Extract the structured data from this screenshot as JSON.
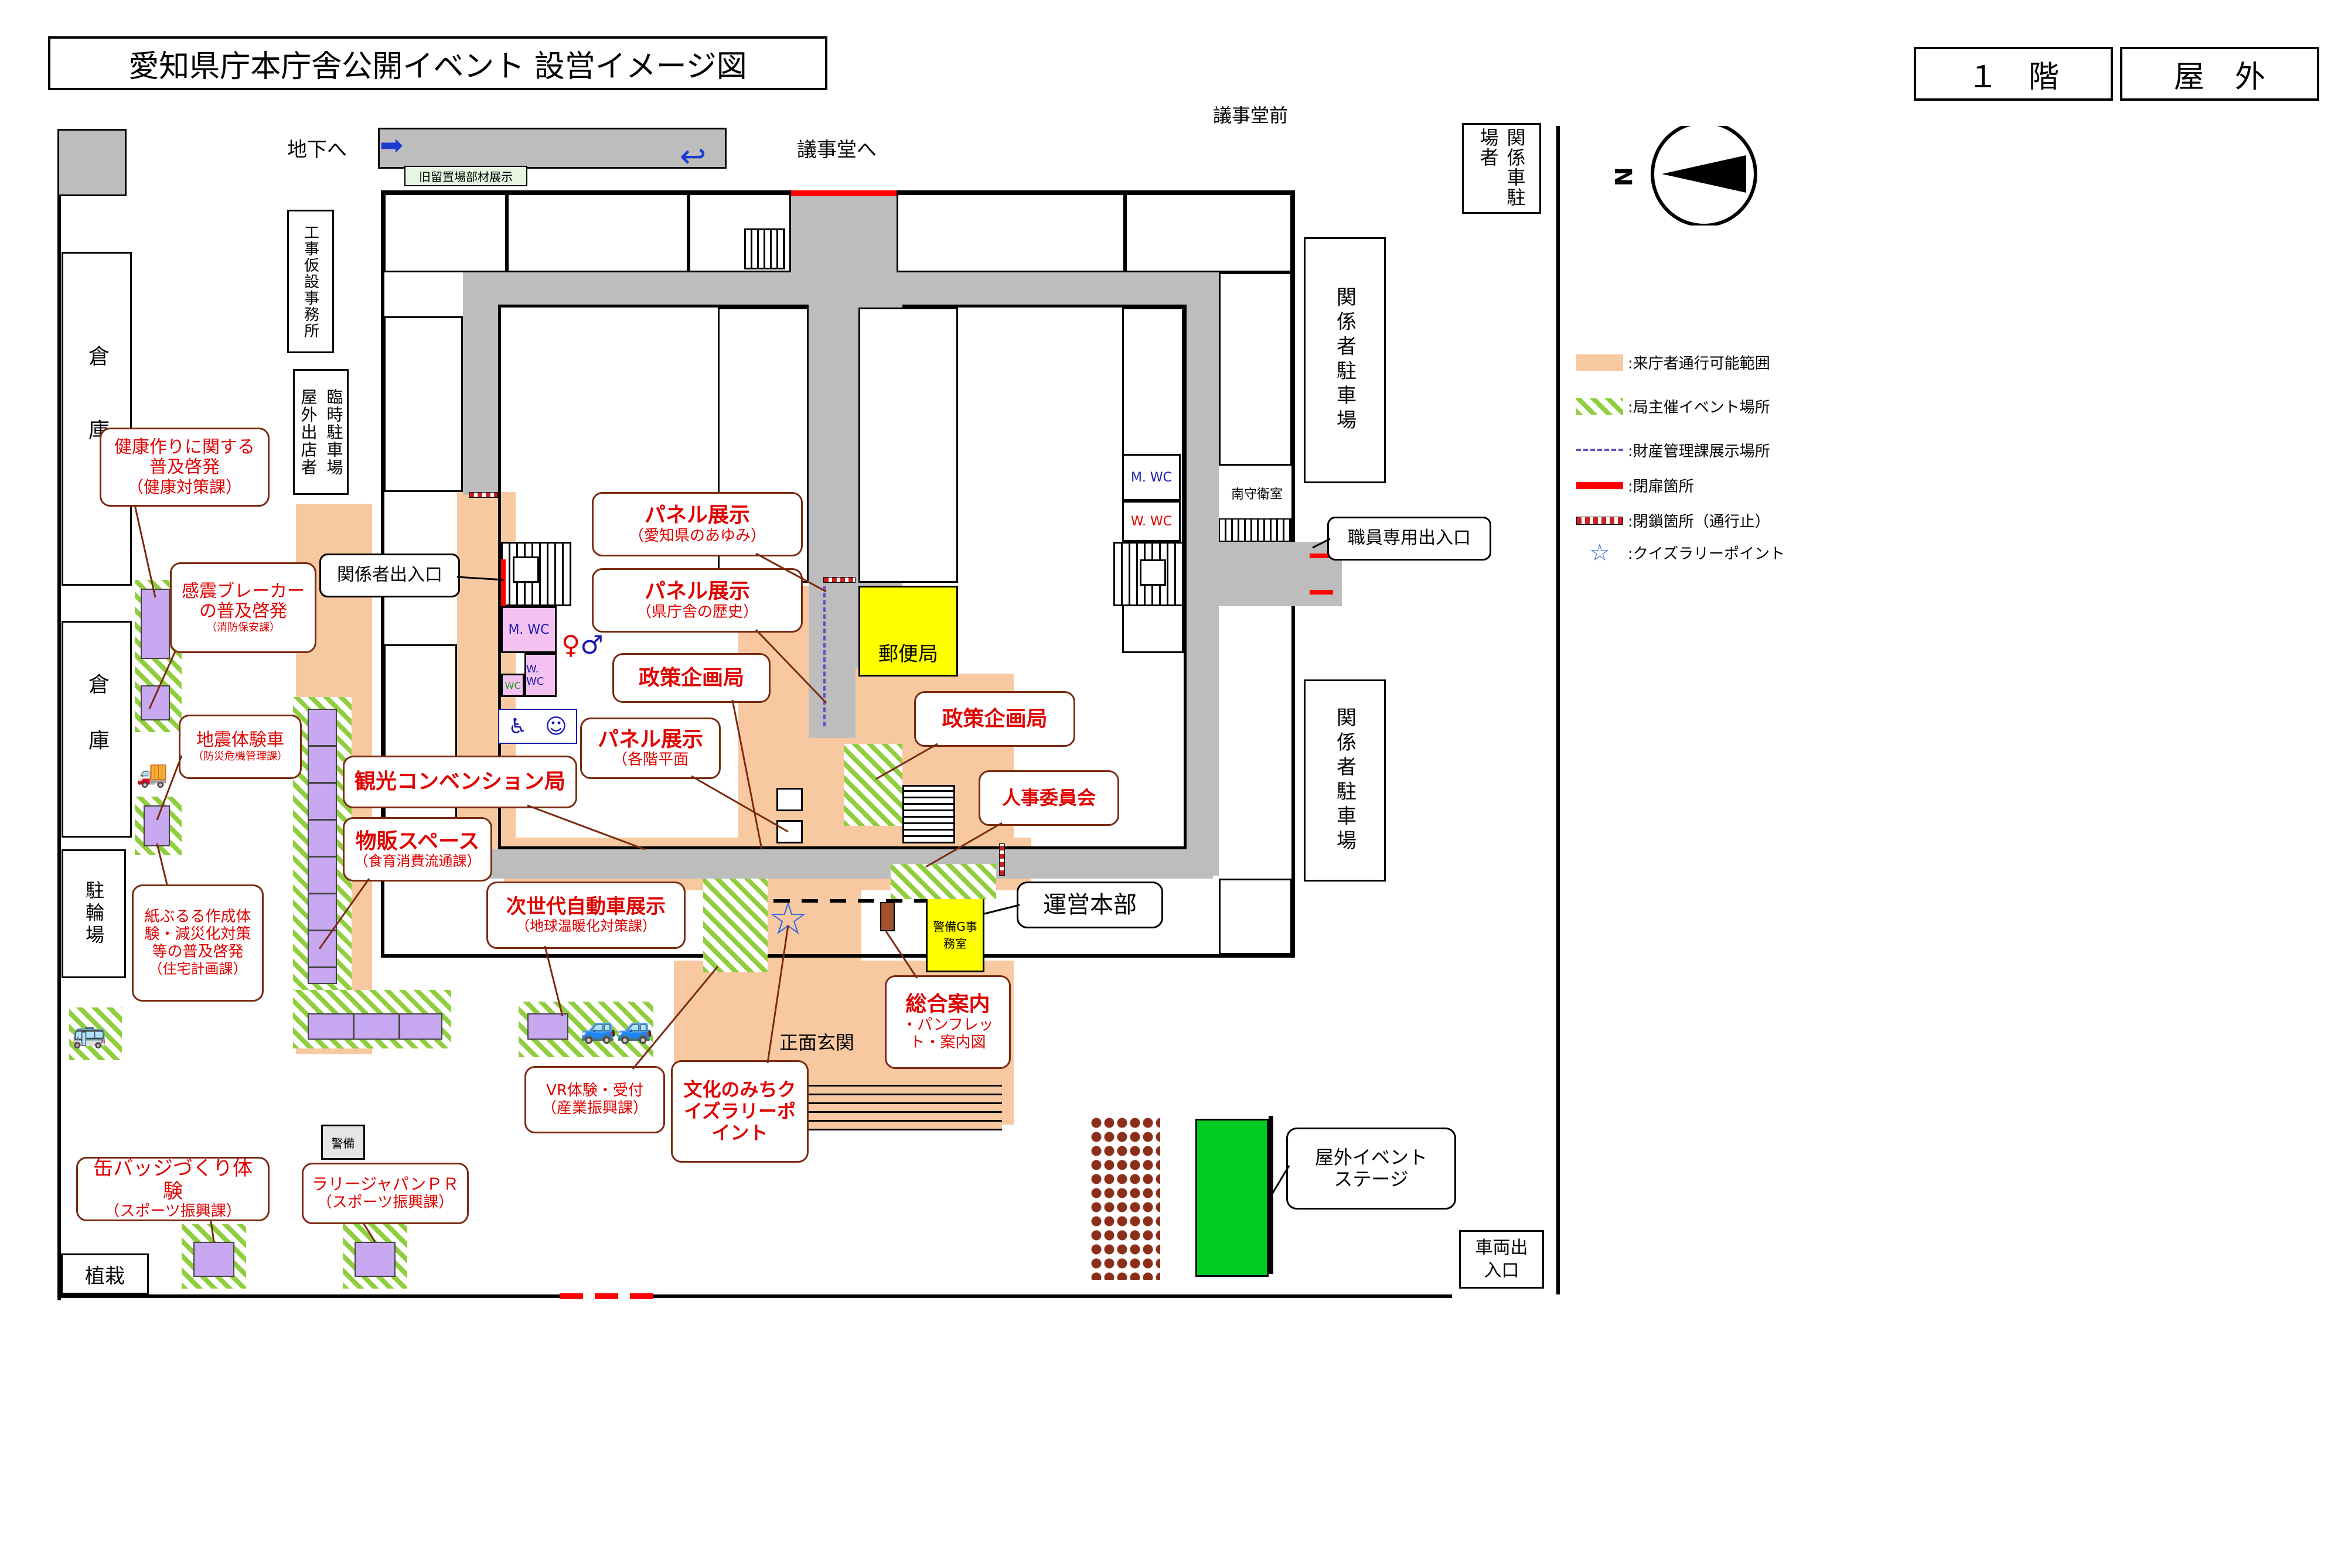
{
  "header": {
    "title": "愛知県庁本庁舎公開イベント 設営イメージ図",
    "floor": "１　階",
    "area": "屋　外"
  },
  "compass": {
    "label": "N"
  },
  "top_labels": {
    "assembly_front": "議事堂前",
    "basement": "地下へ",
    "to_assembly": "議事堂へ",
    "old_materials": "旧留置場部材展示"
  },
  "side_labels": {
    "construction_office": "工事仮設事務所",
    "temp_parking": "臨時駐車場",
    "vendor": "屋外出店者",
    "parking_staff_top": "関係車駐場者",
    "staff_parking_1": "関係者駐車場",
    "staff_parking_2": "関係者駐車場",
    "warehouse_1": "倉庫",
    "warehouse_2": "倉庫",
    "bike_parking": "駐輪場",
    "planting": "植栽",
    "guard_small": "警備",
    "vehicle_exit": "車両出入口",
    "south_guard": "南守衛室",
    "staff_exit": "職員専用出入口",
    "staff_entrance": "関係者出入口",
    "main_entrance": "正面玄関",
    "post_office": "郵便局",
    "guard_g_office": "警備G事務室",
    "mwc_left": "M. WC",
    "wwc_left": "W. WC",
    "wc_left": "WC",
    "mwc_right": "M. WC",
    "wwc_right": "W. WC"
  },
  "legend": {
    "items": [
      {
        "label": ":来庁者通行可能範囲",
        "color": "#f8c9a0"
      },
      {
        "label": ":局主催イベント場所",
        "color": "#8fce3e"
      },
      {
        "label": ":財産管理課展示場所",
        "color": "#6b4fbf"
      },
      {
        "label": ":閉扉箇所",
        "color": "#ff0000"
      },
      {
        "label": ":閉鎖箇所（通行止）",
        "color": "#cc2222"
      },
      {
        "label": ":クイズラリーポイント",
        "color": "#3b6fe0"
      }
    ]
  },
  "callouts": {
    "health": {
      "main": "健康作りに関する普及啓発",
      "sub": "（健康対策課）"
    },
    "breaker": {
      "main": "感震ブレーカーの普及啓発",
      "sub": "（消防保安課）"
    },
    "quake_car": {
      "main": "地震体験車",
      "sub": "（防災危機管理課）"
    },
    "paper": {
      "main": "紙ぶるる作成体験・減災化対策等の普及啓発",
      "sub": "（住宅計画課）"
    },
    "can_badge": {
      "main": "缶バッジづくり体験",
      "sub": "（スポーツ振興課）"
    },
    "rally": {
      "main": "ラリージャパンＰＲ",
      "sub": "（スポーツ振興課）"
    },
    "panel_ayumi": {
      "main": "パネル展示",
      "sub": "（愛知県のあゆみ）"
    },
    "panel_history": {
      "main": "パネル展示",
      "sub": "（県庁舎の歴史）"
    },
    "policy_1": {
      "main": "政策企画局"
    },
    "panel_floor": {
      "main": "パネル展示",
      "sub": "（各階平面"
    },
    "tourism": {
      "main": "観光コンベンション局"
    },
    "shop": {
      "main": "物販スペース",
      "sub": "（食育消費流通課）"
    },
    "next_car": {
      "main": "次世代自動車展示",
      "sub": "（地球温暖化対策課）"
    },
    "vr": {
      "main": "VR体験・受付",
      "sub": "（産業振興課）"
    },
    "culture": {
      "main": "文化のみちクイズラリーポイント"
    },
    "info": {
      "main": "総合案内",
      "sub": "・パンフレット・案内図"
    },
    "policy_2": {
      "main": "政策企画局"
    },
    "personnel": {
      "main": "人事委員会"
    },
    "hq": {
      "main": "運営本部"
    },
    "outdoor_stage": {
      "main": "屋外イベントステージ"
    }
  }
}
